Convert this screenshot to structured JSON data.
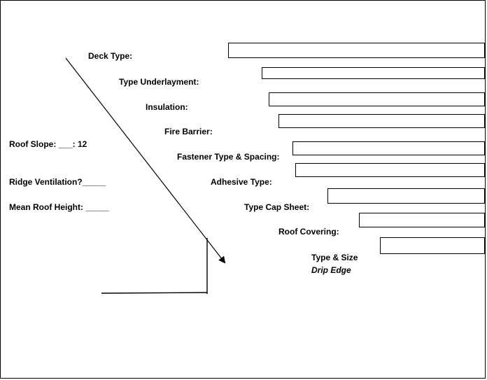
{
  "left_labels": {
    "roof_slope": "Roof Slope:  ___:   12",
    "ridge_ventilation": "Ridge Ventilation?_____",
    "mean_roof_height": "Mean Roof Height: _____"
  },
  "layers": {
    "deck_type": "Deck Type:",
    "type_underlayment": "Type Underlayment:",
    "insulation": "Insulation:",
    "fire_barrier": "Fire Barrier:",
    "fastener_type_spacing": "Fastener Type & Spacing:",
    "adhesive_type": "Adhesive Type:",
    "type_cap_sheet": "Type Cap Sheet:",
    "roof_covering": "Roof Covering:"
  },
  "drip_edge": {
    "type_size": "Type & Size",
    "label": "Drip Edge"
  }
}
